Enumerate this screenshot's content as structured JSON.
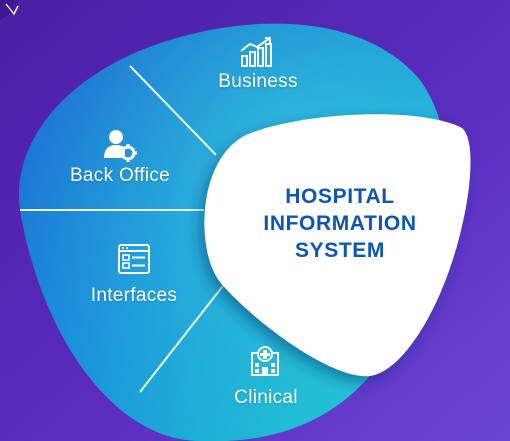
{
  "diagram": {
    "center": {
      "lines": [
        "HOSPITAL",
        "INFORMATION",
        "SYSTEM"
      ]
    },
    "segments": [
      {
        "label": "Business",
        "icon": "growth-chart-icon"
      },
      {
        "label": "Back Office",
        "icon": "user-gear-icon"
      },
      {
        "label": "Interfaces",
        "icon": "window-list-icon"
      },
      {
        "label": "Clinical",
        "icon": "hospital-building-icon"
      }
    ]
  },
  "colors": {
    "background_dark": "#4a1fa0",
    "background_light": "#6b3fd0",
    "blob_blue": "#1f6fd6",
    "blob_teal": "#1ec6d0",
    "center_text": "#0d56b3",
    "center_fill": "#ffffff"
  }
}
